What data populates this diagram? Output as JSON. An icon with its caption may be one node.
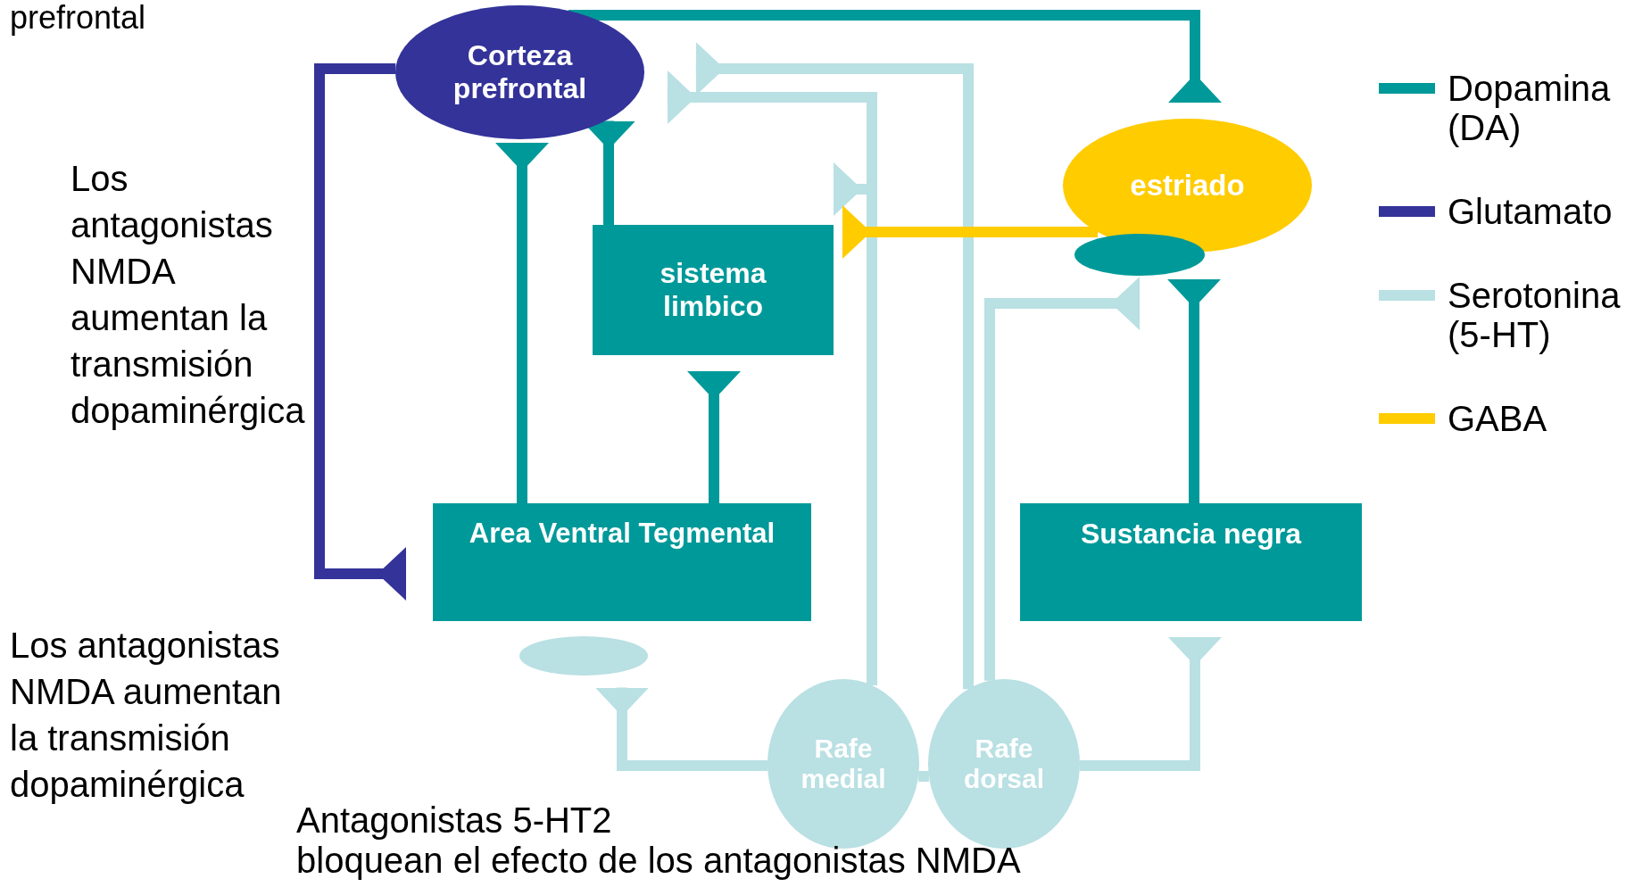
{
  "diagram": {
    "nodes": [
      {
        "text": [
          "Corteza prefrontal"
        ]
      },
      {
        "text": [
          "estriado"
        ]
      },
      {
        "text": [],
        "shape": "ellipse"
      },
      {
        "text": [
          "sistema limbico"
        ]
      },
      {
        "text": [
          "Area Ventral Tegmental"
        ]
      },
      {
        "text": [
          "Sustancia negra"
        ]
      },
      {
        "text": [],
        "shape": "ellipse"
      },
      {
        "text": [
          "Rafe medial"
        ]
      },
      {
        "text": [
          "Rafe dorsal"
        ]
      }
    ],
    "edges": [
      {
        "from": 0,
        "to": 1,
        "arrow": "other",
        "color": "#009999"
      },
      {
        "from": 3,
        "to": 0,
        "arrow": "other",
        "color": "#009999"
      },
      {
        "from": 4,
        "to": 0,
        "arrow": "other",
        "color": "#009999"
      },
      {
        "from": 4,
        "to": 3,
        "arrow": "other",
        "color": "#009999"
      },
      {
        "from": 5,
        "to": 1,
        "arrow": "other",
        "color": "#009999"
      },
      {
        "from": 0,
        "to": 4,
        "arrow": "other",
        "color": "#333399"
      },
      {
        "from": 7,
        "to": 0,
        "arrow": "other"
      },
      {
        "from": 7,
        "to": 3,
        "arrow": "other"
      },
      {
        "from": 8,
        "to": 0,
        "arrow": "other"
      },
      {
        "from": 8,
        "to": 2,
        "arrow": "other"
      },
      {
        "from": 8,
        "to": 5,
        "arrow": "other"
      },
      {
        "from": 7,
        "to": 6,
        "arrow": "other"
      },
      {
        "from": 7,
        "to": 8,
        "arrow": "none"
      },
      {
        "from": 1,
        "to": 3,
        "arrow": "other",
        "color": "#ffcc00"
      }
    ],
    "labels": [
      "prefrontal",
      "Los antagonistas NMDA aumentan la transmisión dopaminérgica",
      "Los antagonistas NMDA aumentan la transmisión dopaminérgica",
      "Antagonistas 5-HT2",
      "bloquean el efecto de los antagonistas NMDA"
    ],
    "legend": [
      {
        "text": "Dopamina (DA)",
        "color": "#009999"
      },
      {
        "text": "Glutamato",
        "color": "#333399"
      },
      {
        "text": "Serotonina (5-HT)",
        "color": "#b9e0e3"
      },
      {
        "text": "GABA",
        "color": "#ffcc00"
      }
    ]
  }
}
